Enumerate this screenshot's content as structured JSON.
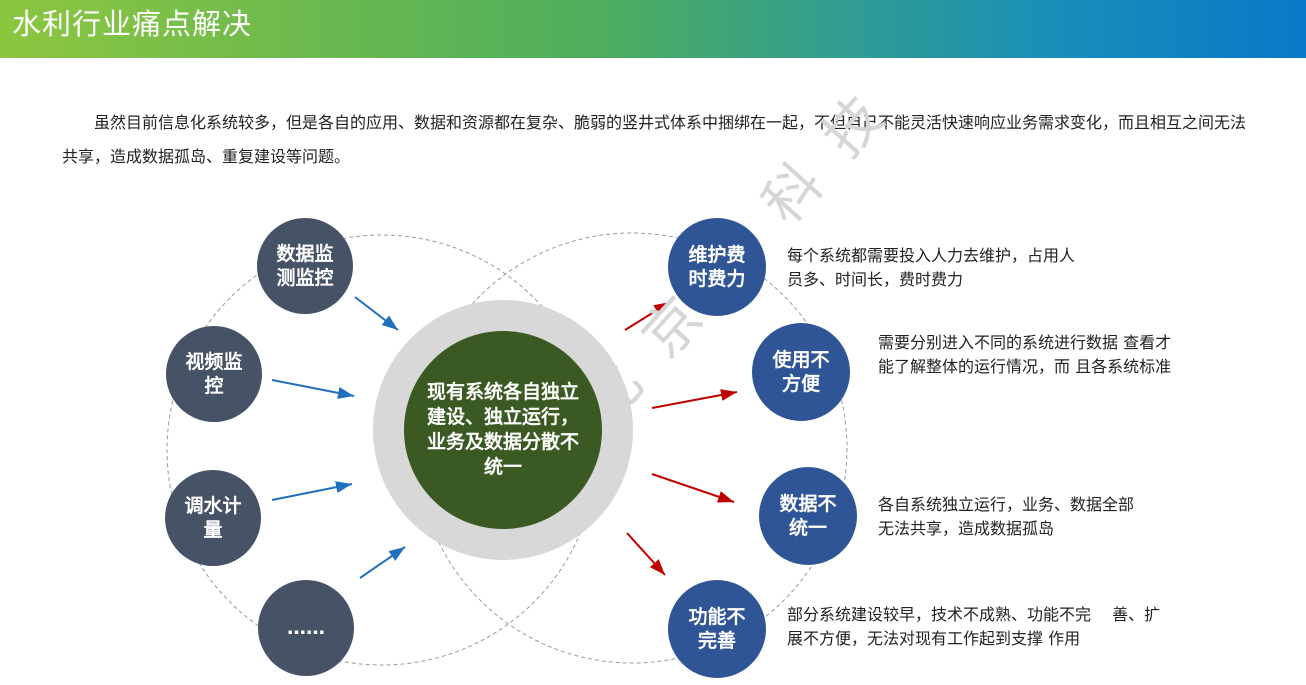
{
  "header": {
    "title": "水利行业痛点解决"
  },
  "intro": "虽然目前信息化系统较多，但是各自的应用、数据和资源都在复杂、脆弱的竖井式体系中捆绑在一起，不但自己不能灵活快速响应业务需求变化，而且相互之间无法共享，造成数据孤岛、重复建设等问题。",
  "diagram": {
    "center": "现有系统各自独立建设、独立运行，业务及数据分散不统一",
    "left_nodes": [
      "数据监测监控",
      "视频监控",
      "调水计量",
      "……"
    ],
    "right_nodes": [
      {
        "label": "维护费时费力",
        "desc": "每个系统都需要投入人力去维护，占用人员多、时间长，费时费力"
      },
      {
        "label": "使用不方便",
        "desc": "需要分别进入不同的系统进行数据 查看才能了解整体的运行情况，而 且各系统标准"
      },
      {
        "label": "数据不统一",
        "desc": "各自系统独立运行，业务、数据全部无法共享，造成数据孤岛"
      },
      {
        "label": "功能不完善",
        "desc": "部分系统建设较早，技术不成熟、功能不完　 善、扩展不方便，无法对现有工作起到支撑 作用"
      }
    ]
  },
  "watermark": "北京晨科技",
  "colors": {
    "left_node": "#465266",
    "right_node": "#2f5597",
    "center_core": "#3b5a23",
    "arrow_in": "#1f6fbf",
    "arrow_out": "#c00000"
  }
}
